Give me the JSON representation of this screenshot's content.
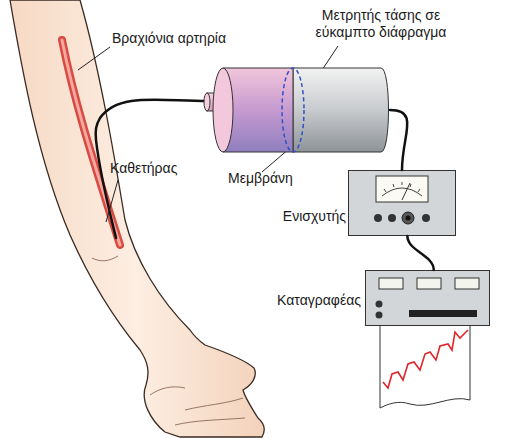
{
  "diagram": {
    "nodes": [
      {
        "text": [
          "Μετρητής τάσης σε εύκαμπτο διάφραγμα"
        ]
      },
      {
        "text": [
          "Ενισχυτής"
        ]
      },
      {
        "text": [
          "Καταγραφέας"
        ]
      }
    ],
    "edges": [
      {
        "from": 0,
        "to": 1,
        "arrow": "none"
      },
      {
        "from": 1,
        "to": 2,
        "arrow": "none"
      }
    ],
    "labels": [
      "Βραχιόνια αρτηρία",
      "Καθετήρας",
      "Μεμβράνη"
    ]
  }
}
